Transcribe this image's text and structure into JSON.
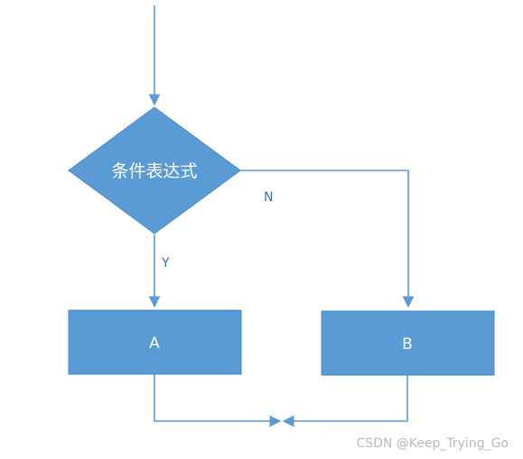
{
  "diagram": {
    "condition": "条件表达式",
    "yes_label": "Y",
    "no_label": "N",
    "box_a": "A",
    "box_b": "B",
    "watermark": "CSDN @Keep_Trying_Go"
  },
  "colors": {
    "shape_fill": "#5b9bd5",
    "shape_stroke": "#4a89c6",
    "line": "#5b9bd5",
    "label": "#3a6fb0",
    "watermark": "#b9b9b9"
  }
}
